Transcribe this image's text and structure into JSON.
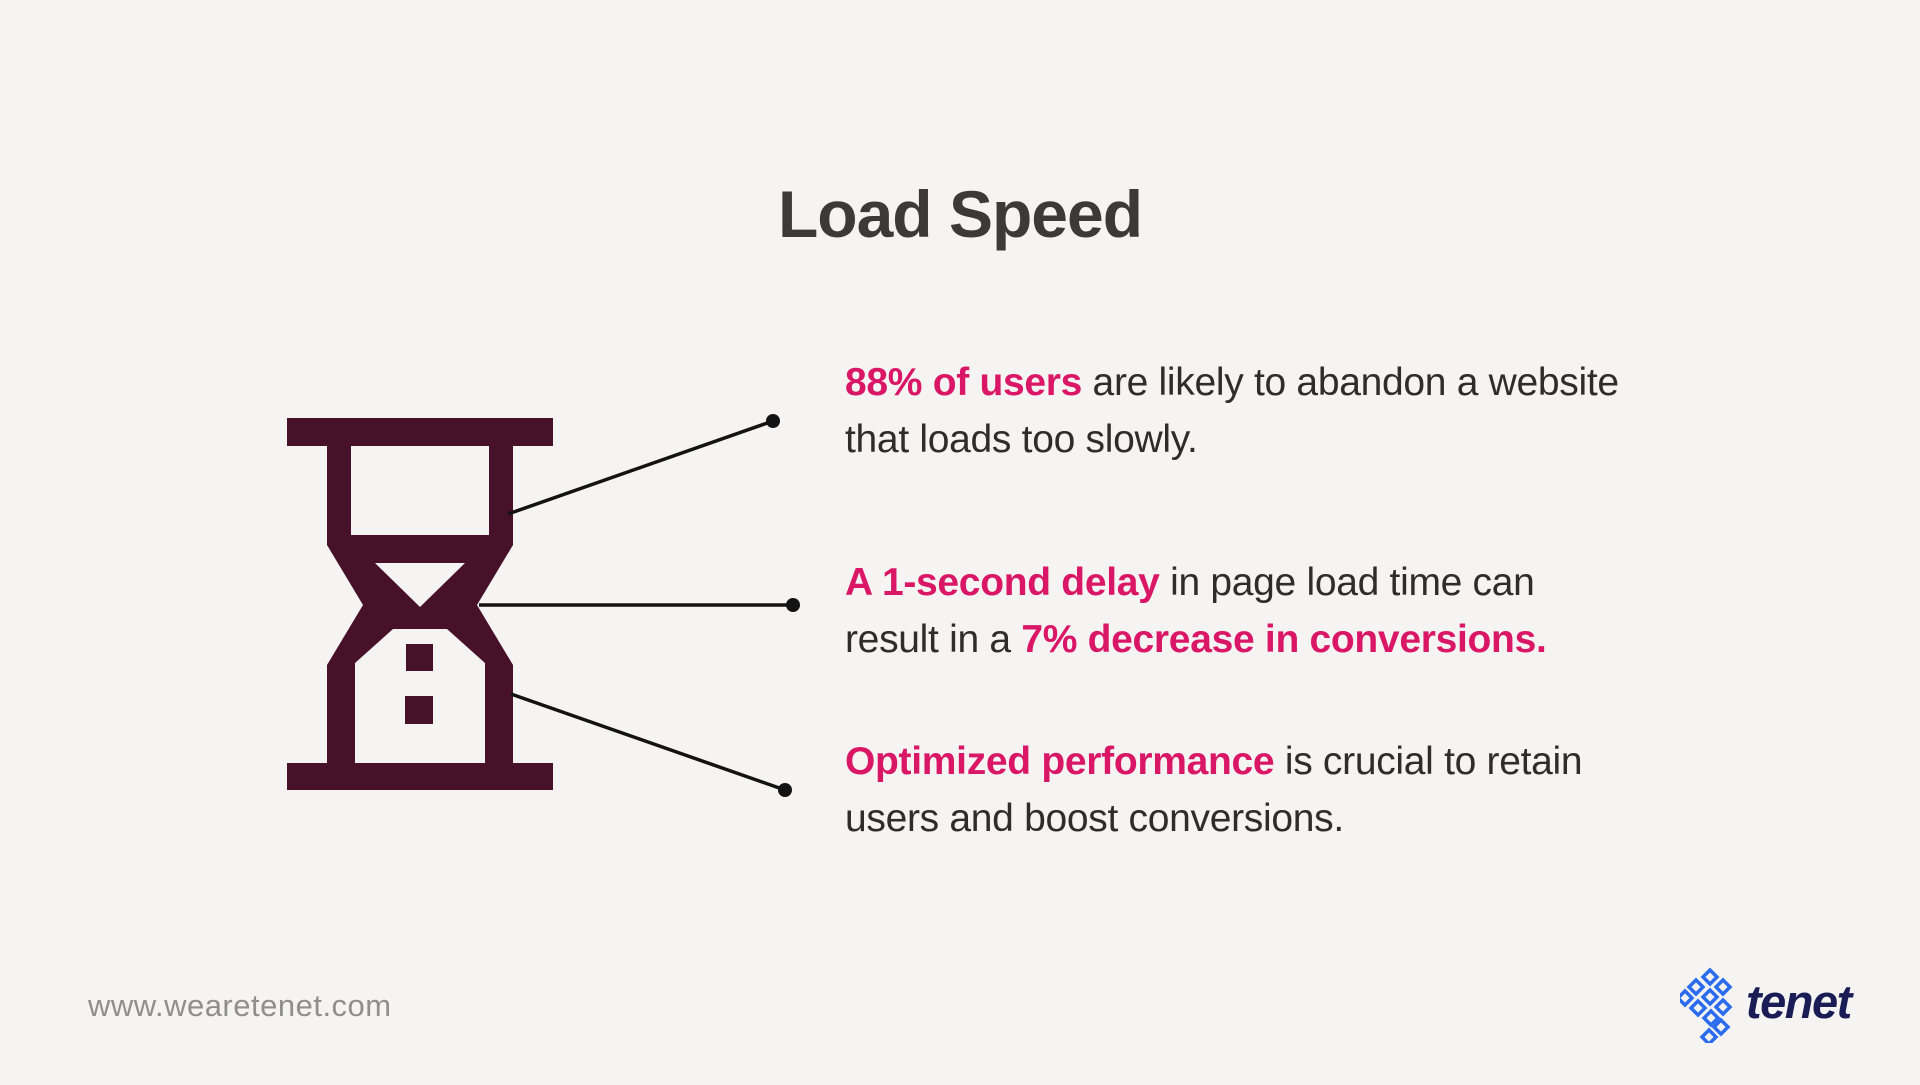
{
  "title": "Load Speed",
  "facts": [
    {
      "lines": [
        [
          {
            "t": "88% of users",
            "h": true
          },
          {
            "t": " are likely to abandon a website",
            "h": false
          }
        ],
        [
          {
            "t": "that loads too slowly.",
            "h": false
          }
        ]
      ]
    },
    {
      "lines": [
        [
          {
            "t": "A 1-second delay",
            "h": true
          },
          {
            "t": " in page load time can",
            "h": false
          }
        ],
        [
          {
            "t": "result in a ",
            "h": false
          },
          {
            "t": "7% decrease in conversions.",
            "h": true
          }
        ]
      ]
    },
    {
      "lines": [
        [
          {
            "t": "Optimized performance",
            "h": true
          },
          {
            "t": " is crucial to retain",
            "h": false
          }
        ],
        [
          {
            "t": "users and boost conversions.",
            "h": false
          }
        ]
      ]
    }
  ],
  "footer": {
    "url": "www.wearetenet.com",
    "brand": "tenet"
  },
  "icons": {
    "hourglass": "hourglass-icon",
    "brand_mark": "tenet-pixel-diamond-mark"
  },
  "colors": {
    "background": "#f5f4f2",
    "highlight_pink": "#da1666",
    "hourglass_maroon": "#471129",
    "title_gray": "#3b3a39",
    "body_text": "#2e2d2c",
    "footer_gray": "#8f8f8f",
    "brand_navy": "#191c55",
    "brand_blue": "#2a6ced",
    "connector_black": "#131313"
  }
}
